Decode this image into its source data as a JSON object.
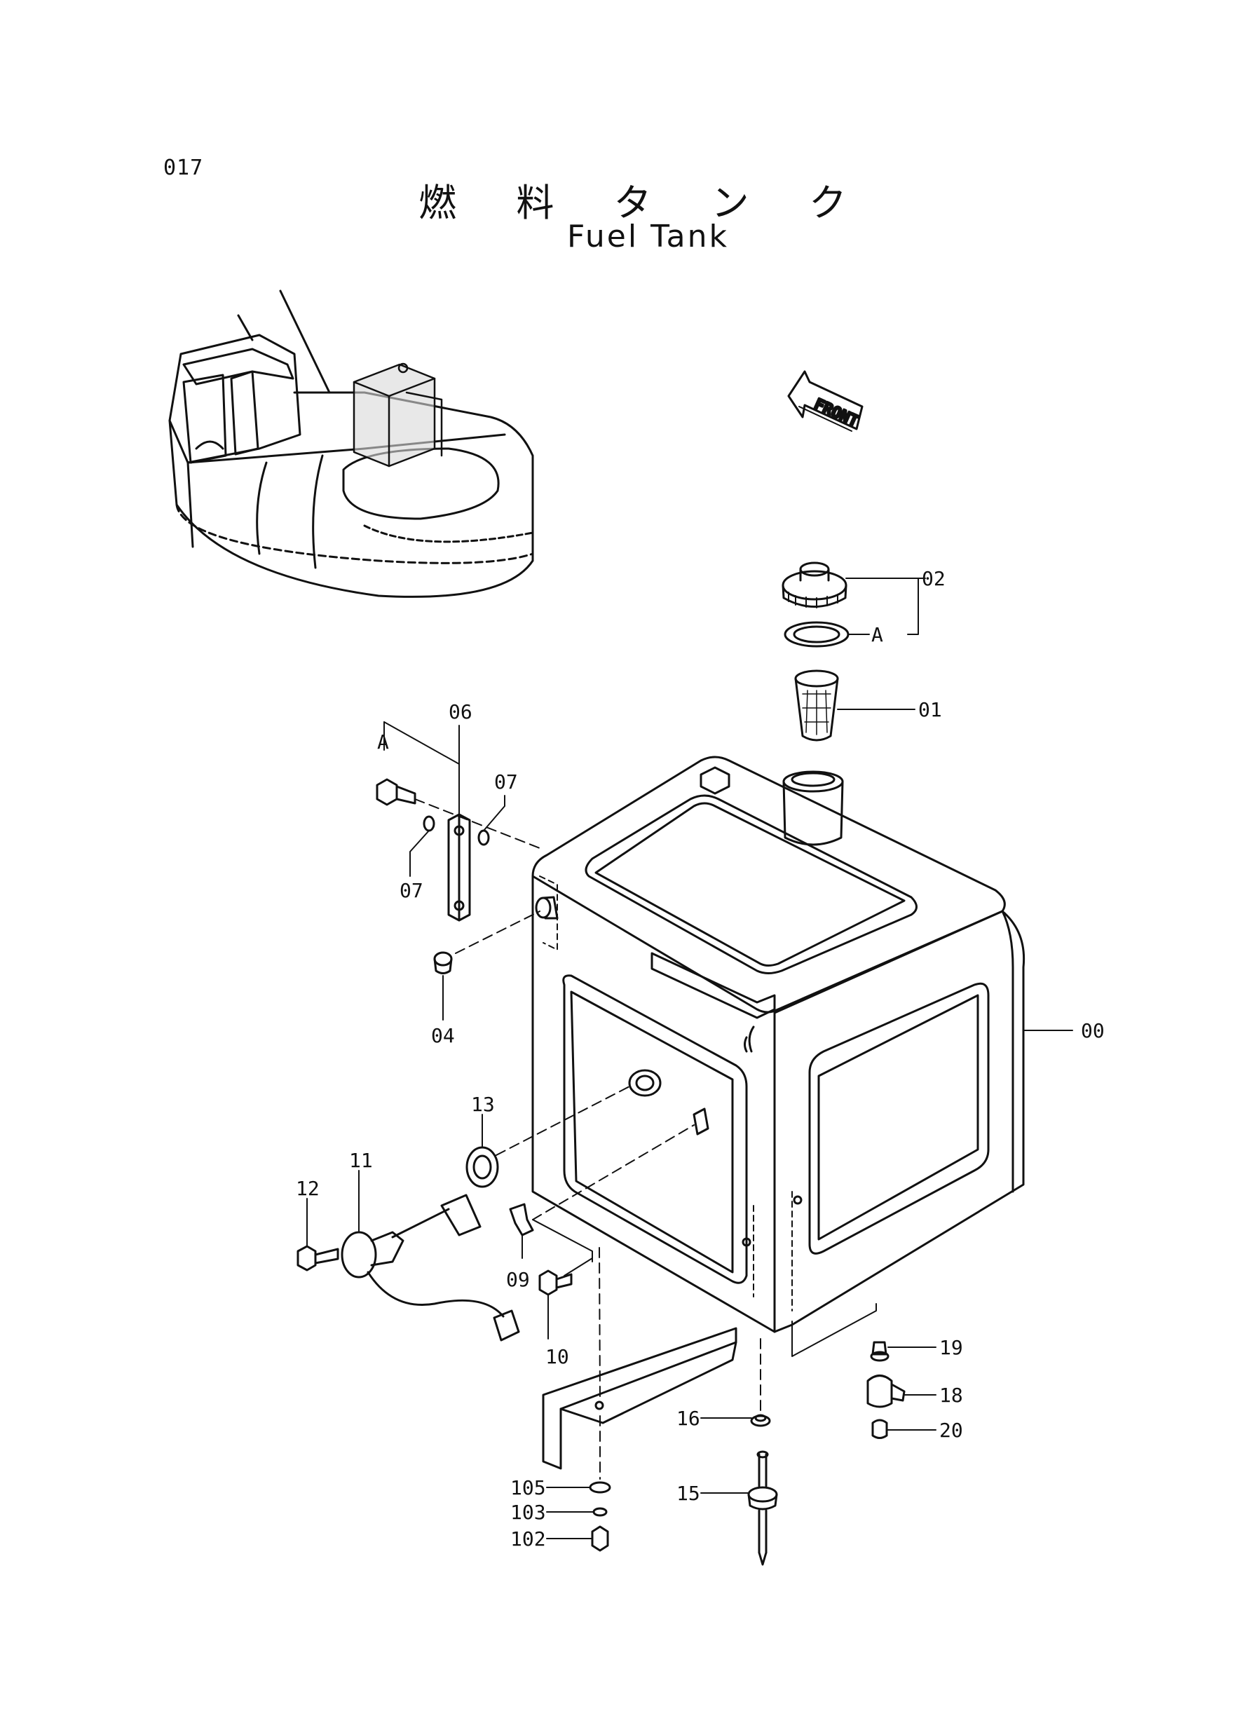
{
  "page": {
    "number": "017"
  },
  "title": {
    "japanese": "燃 料 タ ン ク",
    "english": "Fuel Tank"
  },
  "front_marker": "FRONT",
  "part_labels": {
    "p00": "00",
    "p01": "01",
    "p02": "02",
    "pA_right": "A",
    "pA_left": "A",
    "p04": "04",
    "p06": "06",
    "p07_top": "07",
    "p07_bottom": "07",
    "p09": "09",
    "p10": "10",
    "p11": "11",
    "p12": "12",
    "p13": "13",
    "p15": "15",
    "p16": "16",
    "p18": "18",
    "p19": "19",
    "p20": "20",
    "p102": "102",
    "p103": "103",
    "p105": "105"
  }
}
